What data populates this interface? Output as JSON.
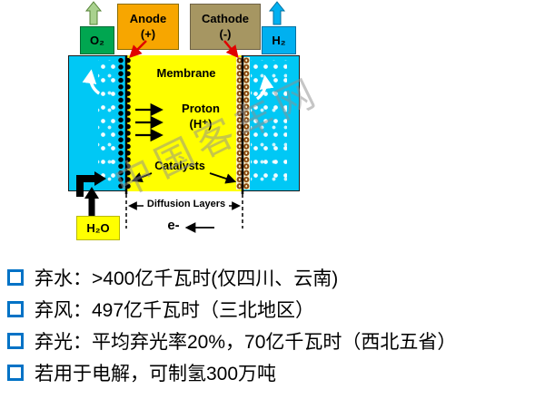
{
  "diagram": {
    "anode": {
      "label": "Anode",
      "sign": "(+)"
    },
    "cathode": {
      "label": "Cathode",
      "sign": "(-)"
    },
    "gases": {
      "o2": "O₂",
      "h2": "H₂",
      "h2o": "H₂O"
    },
    "membrane_label": "Membrane",
    "proton_label": "Proton",
    "proton_sub": "(H⁺)",
    "catalysts_label": "Catalysts",
    "diffusion_label": "Diffusion Layers",
    "electron_label": "e-",
    "watermark": "中国客车网",
    "colors": {
      "anode": "#F7A600",
      "cathode": "#A69662",
      "o2_box": "#00A650",
      "h2_box": "#00B0F0",
      "cell": "#00C8F5",
      "membrane": "#FFFF00",
      "h2o_box": "#FFFF00",
      "red_arrow": "#E00000",
      "bullet_blue": "#0072C6"
    }
  },
  "bullets": [
    "弃水：>400亿千瓦时(仅四川、云南)",
    "弃风：497亿千瓦时（三北地区）",
    "弃光：平均弃光率20%，70亿千瓦时（西北五省）",
    "若用于电解，可制氢300万吨"
  ]
}
